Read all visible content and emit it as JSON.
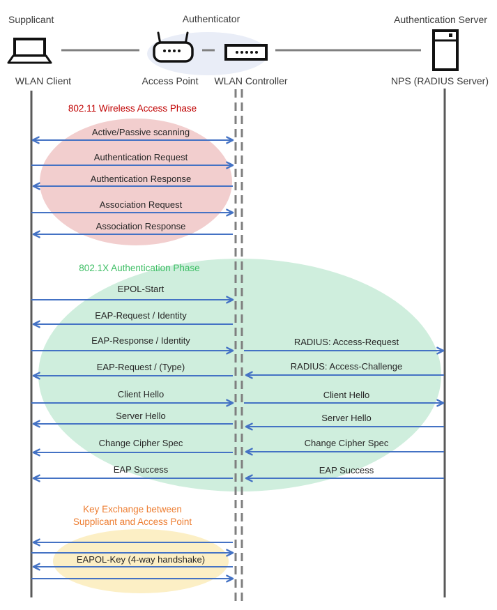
{
  "header": {
    "supplicant_role": "Supplicant",
    "authenticator_role": "Authenticator",
    "auth_server_role": "Authentication Server",
    "wlan_client": "WLAN Client",
    "access_point": "Access Point",
    "wlan_controller": "WLAN Controller",
    "nps": "NPS (RADIUS Server)"
  },
  "phase1": {
    "title": "802.11 Wireless Access Phase",
    "title_color": "#C00000",
    "ellipse_color": "#F2CECE",
    "messages": [
      {
        "label": "Active/Passive scanning",
        "direction": "both",
        "from": "WLAN Client",
        "to": "WLAN Controller"
      },
      {
        "label": "Authentication Request",
        "direction": "right",
        "from": "WLAN Client",
        "to": "WLAN Controller"
      },
      {
        "label": "Authentication Response",
        "direction": "left",
        "from": "WLAN Controller",
        "to": "WLAN Client"
      },
      {
        "label": "Association Request",
        "direction": "right",
        "from": "WLAN Client",
        "to": "WLAN Controller"
      },
      {
        "label": "Association Response",
        "direction": "left",
        "from": "WLAN Controller",
        "to": "WLAN Client"
      }
    ]
  },
  "phase2": {
    "title": "802.1X Authentication Phase",
    "title_color": "#3DBE64",
    "ellipse_color": "#CFEEDD",
    "client_messages": [
      {
        "label": "EPOL-Start",
        "direction": "right",
        "from": "WLAN Client",
        "to": "WLAN Controller"
      },
      {
        "label": "EAP-Request / Identity",
        "direction": "left",
        "from": "WLAN Controller",
        "to": "WLAN Client"
      },
      {
        "label": "EAP-Response / Identity",
        "direction": "right",
        "from": "WLAN Client",
        "to": "WLAN Controller"
      },
      {
        "label": "EAP-Request / (Type)",
        "direction": "left",
        "from": "WLAN Controller",
        "to": "WLAN Client"
      },
      {
        "label": "Client Hello",
        "direction": "right",
        "from": "WLAN Client",
        "to": "WLAN Controller"
      },
      {
        "label": "Server Hello",
        "direction": "left",
        "from": "WLAN Controller",
        "to": "WLAN Client"
      },
      {
        "label": "Change Cipher Spec",
        "direction": "left",
        "from": "WLAN Controller",
        "to": "WLAN Client"
      },
      {
        "label": "EAP Success",
        "direction": "left",
        "from": "WLAN Controller",
        "to": "WLAN Client"
      }
    ],
    "server_messages": [
      {
        "label": "RADIUS: Access-Request",
        "direction": "right",
        "from": "WLAN Controller",
        "to": "NPS (RADIUS Server)"
      },
      {
        "label": "RADIUS: Access-Challenge",
        "direction": "left",
        "from": "NPS (RADIUS Server)",
        "to": "WLAN Controller"
      },
      {
        "label": "Client Hello",
        "direction": "right",
        "from": "WLAN Controller",
        "to": "NPS (RADIUS Server)"
      },
      {
        "label": "Server Hello",
        "direction": "left",
        "from": "NPS (RADIUS Server)",
        "to": "WLAN Controller"
      },
      {
        "label": "Change Cipher Spec",
        "direction": "left",
        "from": "NPS (RADIUS Server)",
        "to": "WLAN Controller"
      },
      {
        "label": "EAP Success",
        "direction": "left",
        "from": "NPS (RADIUS Server)",
        "to": "WLAN Controller"
      }
    ]
  },
  "phase3": {
    "title_lines": [
      "Key Exchange between",
      "Supplicant and Access Point"
    ],
    "title_color": "#ED7D31",
    "ellipse_color": "#FCEFC5",
    "label": "EAPOL-Key (4-way handshake)",
    "arrows": [
      "left",
      "right",
      "left",
      "right"
    ]
  },
  "colors": {
    "arrow": "#4472C4",
    "lifeline": "#595959",
    "dashed_lifeline": "#7F7F7F",
    "authenticator_ellipse": "#E9EDF7",
    "phase1_ellipse": "#F2CECE",
    "phase2_ellipse": "#CFEEDD",
    "phase3_ellipse": "#FCEFC5"
  }
}
